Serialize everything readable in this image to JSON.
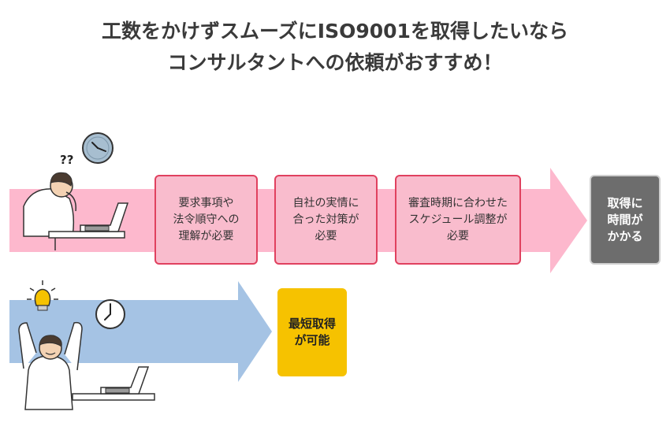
{
  "title": {
    "line1": "工数をかけずスムーズにISO9001を取得したいなら",
    "line2": "コンサルタントへの依頼がおすすめ！"
  },
  "top_flow": {
    "steps": [
      {
        "lines": [
          "要求事項や",
          "法令順守への",
          "理解が必要"
        ]
      },
      {
        "lines": [
          "自社の実情に",
          "合った対策が",
          "必要"
        ]
      },
      {
        "lines": [
          "審査時期に合わせた",
          "スケジュール調整が",
          "必要"
        ]
      }
    ],
    "result": {
      "lines": [
        "取得に",
        "時間が",
        "かかる"
      ]
    },
    "person_marks": "??"
  },
  "bottom_flow": {
    "result": {
      "lines": [
        "最短取得",
        "が可能"
      ]
    }
  },
  "colors": {
    "pink_arrow": "#fdb8cd",
    "blue_arrow": "#a5c3e4",
    "pink_box_border": "#e0415f",
    "gray_box": "#6d6d6d",
    "yellow_box": "#f6c200"
  }
}
